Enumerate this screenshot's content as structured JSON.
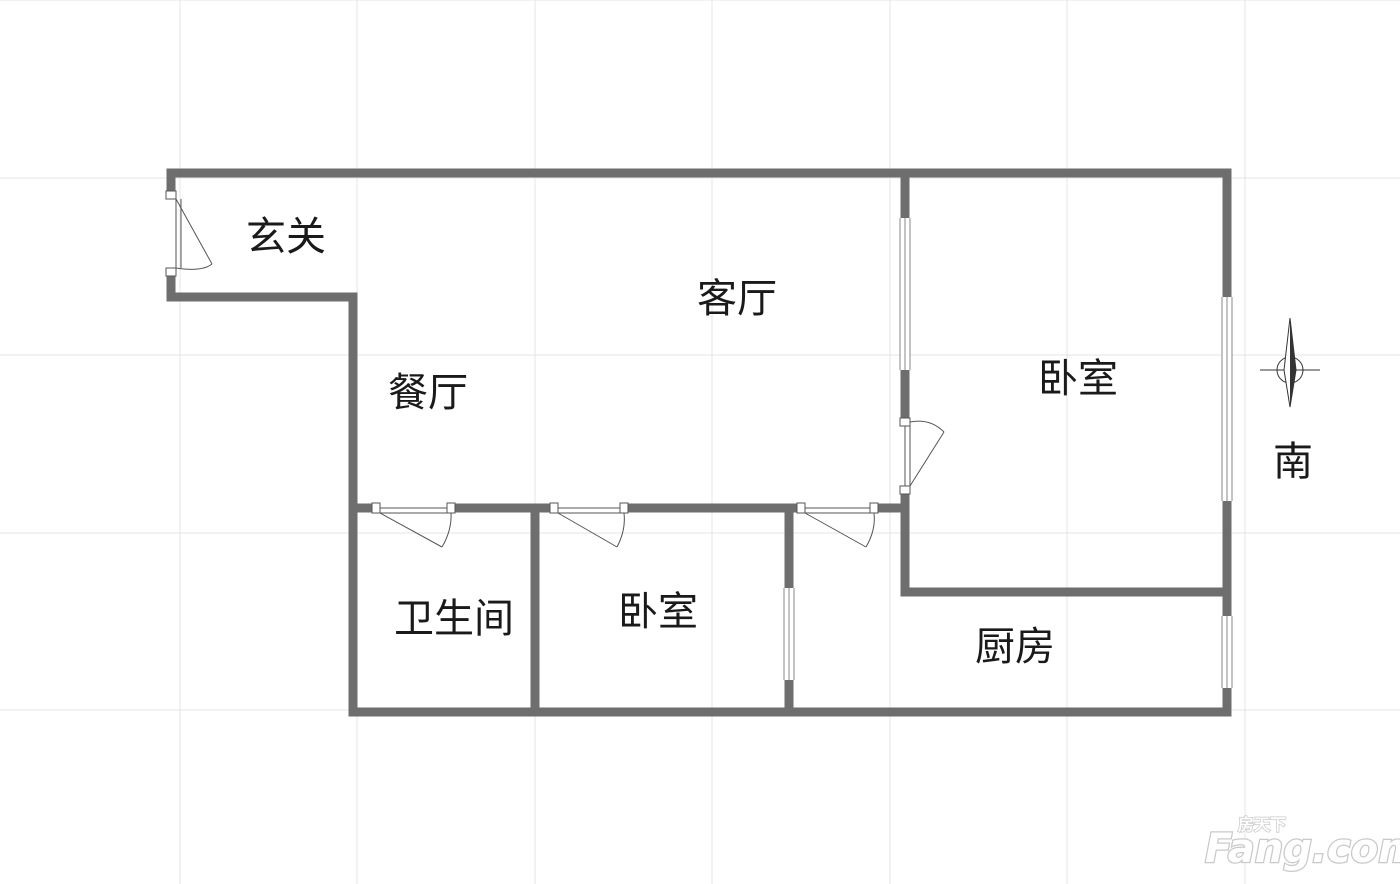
{
  "rooms": {
    "entry": "玄关",
    "living": "客厅",
    "dining": "餐厅",
    "bedroom_east": "卧室",
    "bathroom": "卫生间",
    "bedroom_mid": "卧室",
    "kitchen": "厨房"
  },
  "compass": {
    "label": "南",
    "icon": "compass-rose-icon"
  },
  "watermark": {
    "brand": "Fang.com",
    "tagline": "房天下"
  },
  "colors": {
    "wall": "#6e6e6e",
    "grid": "#e4e4e4",
    "background": "#ffffff"
  }
}
